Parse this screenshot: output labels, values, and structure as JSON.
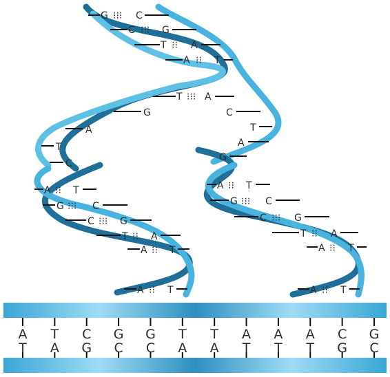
{
  "helix": {
    "top_pairs": [
      {
        "left": "G",
        "right": "C"
      },
      {
        "left": "C",
        "right": "G"
      },
      {
        "left": "T",
        "right": "A"
      },
      {
        "left": "A",
        "right": "T"
      },
      {
        "left": "T",
        "right": "A"
      }
    ],
    "left_unpaired": [
      "G",
      "A",
      "T",
      "C"
    ],
    "right_unpaired": [
      "C",
      "T",
      "A",
      "G"
    ],
    "left_daughter_pairs": [
      {
        "left": "A",
        "right": "T"
      },
      {
        "left": "G",
        "right": "C"
      },
      {
        "left": "C",
        "right": "G"
      },
      {
        "left": "T",
        "right": "A"
      },
      {
        "left": "A",
        "right": "T"
      },
      {
        "left": "A",
        "right": "T"
      }
    ],
    "right_daughter_pairs": [
      {
        "left": "A",
        "right": "T"
      },
      {
        "left": "G",
        "right": "C"
      },
      {
        "left": "C",
        "right": "G"
      },
      {
        "left": "T",
        "right": "A"
      },
      {
        "left": "A",
        "right": "T"
      },
      {
        "left": "A",
        "right": "T"
      }
    ]
  },
  "bar": {
    "top_strand": [
      "A",
      "T",
      "C",
      "G",
      "G",
      "T",
      "T",
      "A",
      "A",
      "A",
      "C",
      "G"
    ],
    "bottom_strand": [
      "T",
      "A",
      "G",
      "C",
      "C",
      "A",
      "A",
      "T",
      "T",
      "T",
      "G",
      "C"
    ]
  },
  "colors": {
    "strand_light": "#5fc0e6",
    "strand_mid": "#3aa6d6",
    "strand_dark": "#1f6f98",
    "text": "#2b2b2b"
  }
}
